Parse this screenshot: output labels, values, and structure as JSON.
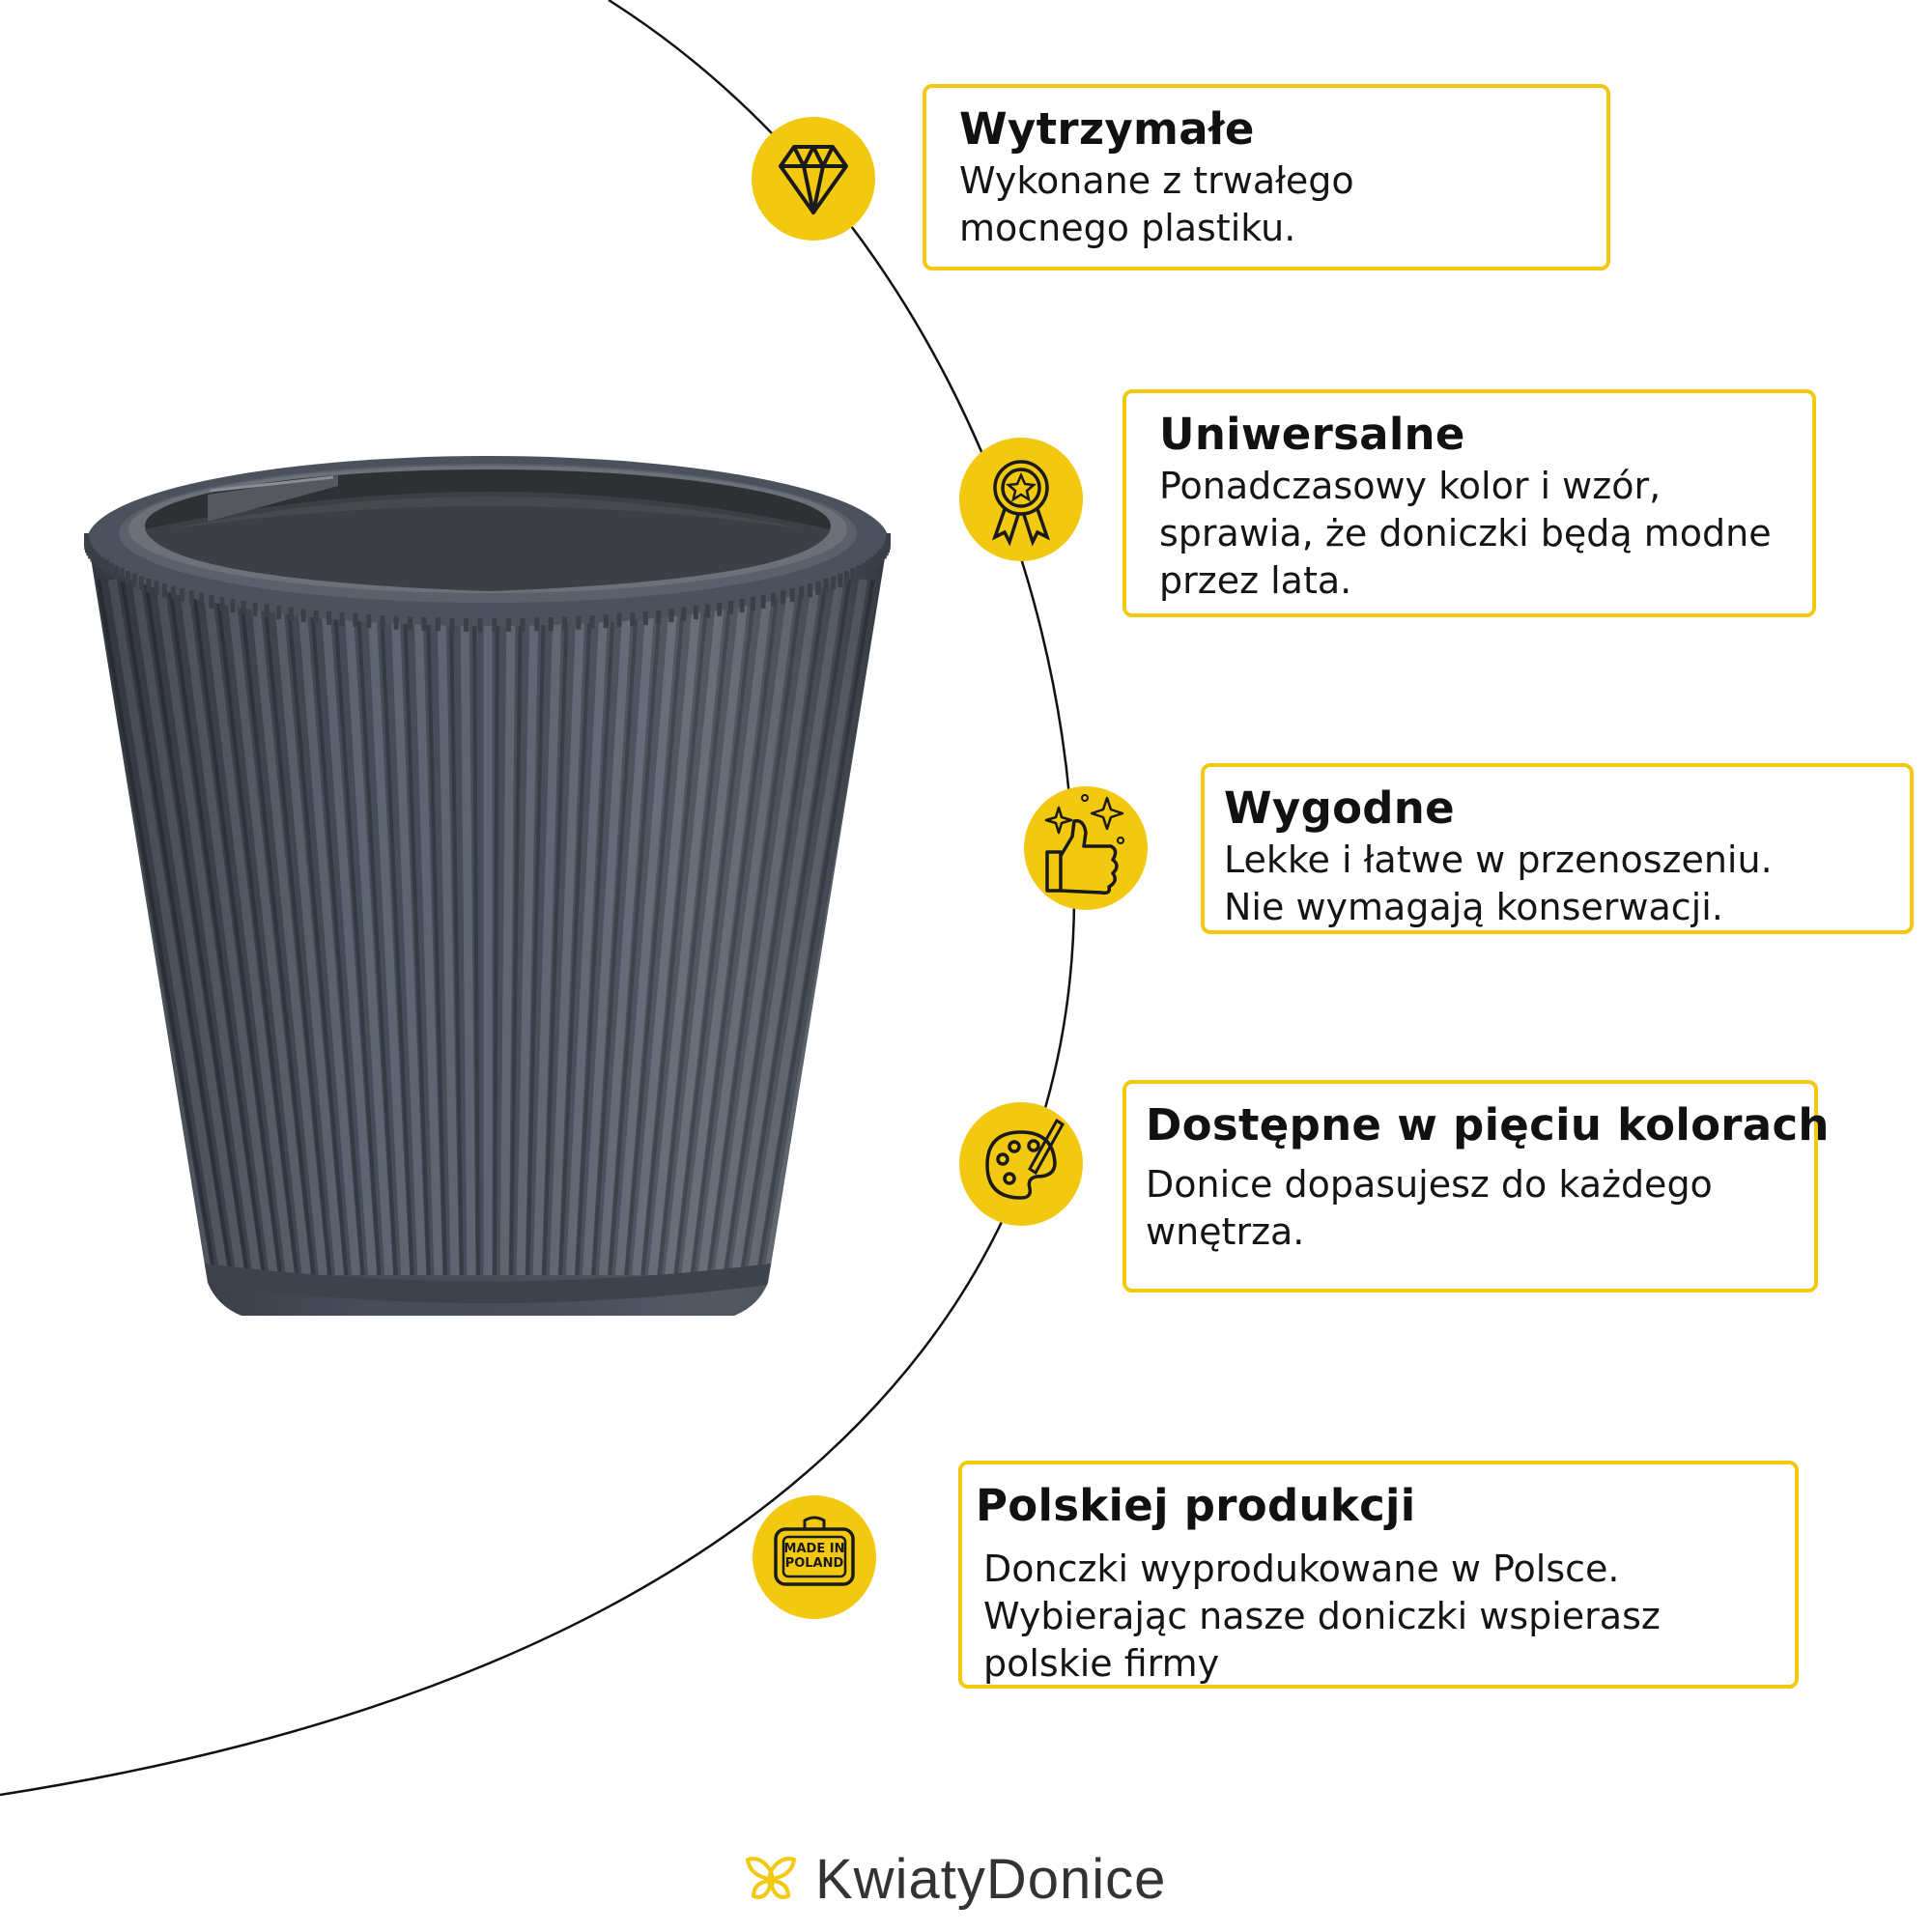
{
  "colors": {
    "accent": "#f2c811",
    "pot": "#464c58",
    "pot_rib": "#5e6572",
    "pot_inner": "#3a3d42",
    "line": "#111111",
    "icon_stroke": "#1a1a1a"
  },
  "features": [
    {
      "icon": "diamond-icon",
      "title": "Wytrzymałe",
      "lines": [
        "Wykonane z trwałego",
        "mocnego plastiku."
      ]
    },
    {
      "icon": "award-medal-icon",
      "title": "Uniwersalne",
      "lines": [
        "Ponadczasowy kolor i wzór,",
        "sprawia, że doniczki będą modne",
        "przez lata."
      ]
    },
    {
      "icon": "thumbs-up-sparkle-icon",
      "title": "Wygodne",
      "lines": [
        "Lekke i łatwe w przenoszeniu.",
        "Nie wymagają konserwacji."
      ]
    },
    {
      "icon": "paint-palette-icon",
      "title": "Dostępne w pięciu kolorach",
      "lines": [
        "Donice dopasujesz do każdego",
        "wnętrza."
      ]
    },
    {
      "icon": "made-in-poland-icon",
      "title": "Polskiej produkcji",
      "lines": [
        "Donczki wyprodukowane w Polsce.",
        "Wybierając nasze doniczki wspierasz",
        "polskie firmy"
      ],
      "badge_lines": [
        "MADE IN",
        "POLAND"
      ]
    }
  ],
  "brand": {
    "name": "KwiatyDonice",
    "logo_icon": "butterfly-logo-icon"
  }
}
